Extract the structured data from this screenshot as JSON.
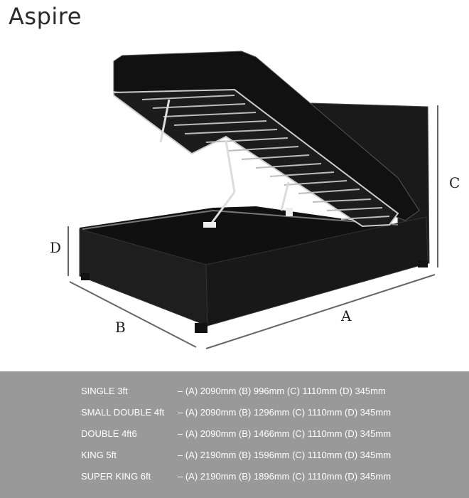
{
  "title": "Aspire",
  "dimension_labels": {
    "a": "A",
    "b": "B",
    "c": "C",
    "d": "D"
  },
  "sizes": [
    {
      "name": "SINGLE   3ft",
      "dims": "–  (A) 2090mm  (B) 996mm (C) 1110mm (D) 345mm"
    },
    {
      "name": "SMALL DOUBLE  4ft",
      "dims": "–  (A) 2090mm  (B) 1296mm (C) 1110mm (D) 345mm"
    },
    {
      "name": "DOUBLE  4ft6",
      "dims": "–  (A) 2090mm  (B) 1466mm (C) 1110mm (D) 345mm"
    },
    {
      "name": "KING   5ft",
      "dims": "–  (A) 2190mm  (B) 1596mm (C) 1110mm (D) 345mm"
    },
    {
      "name": "SUPER KING  6ft",
      "dims": "–  (A) 2190mm  (B) 1896mm (C) 1110mm (D) 345mm"
    }
  ]
}
